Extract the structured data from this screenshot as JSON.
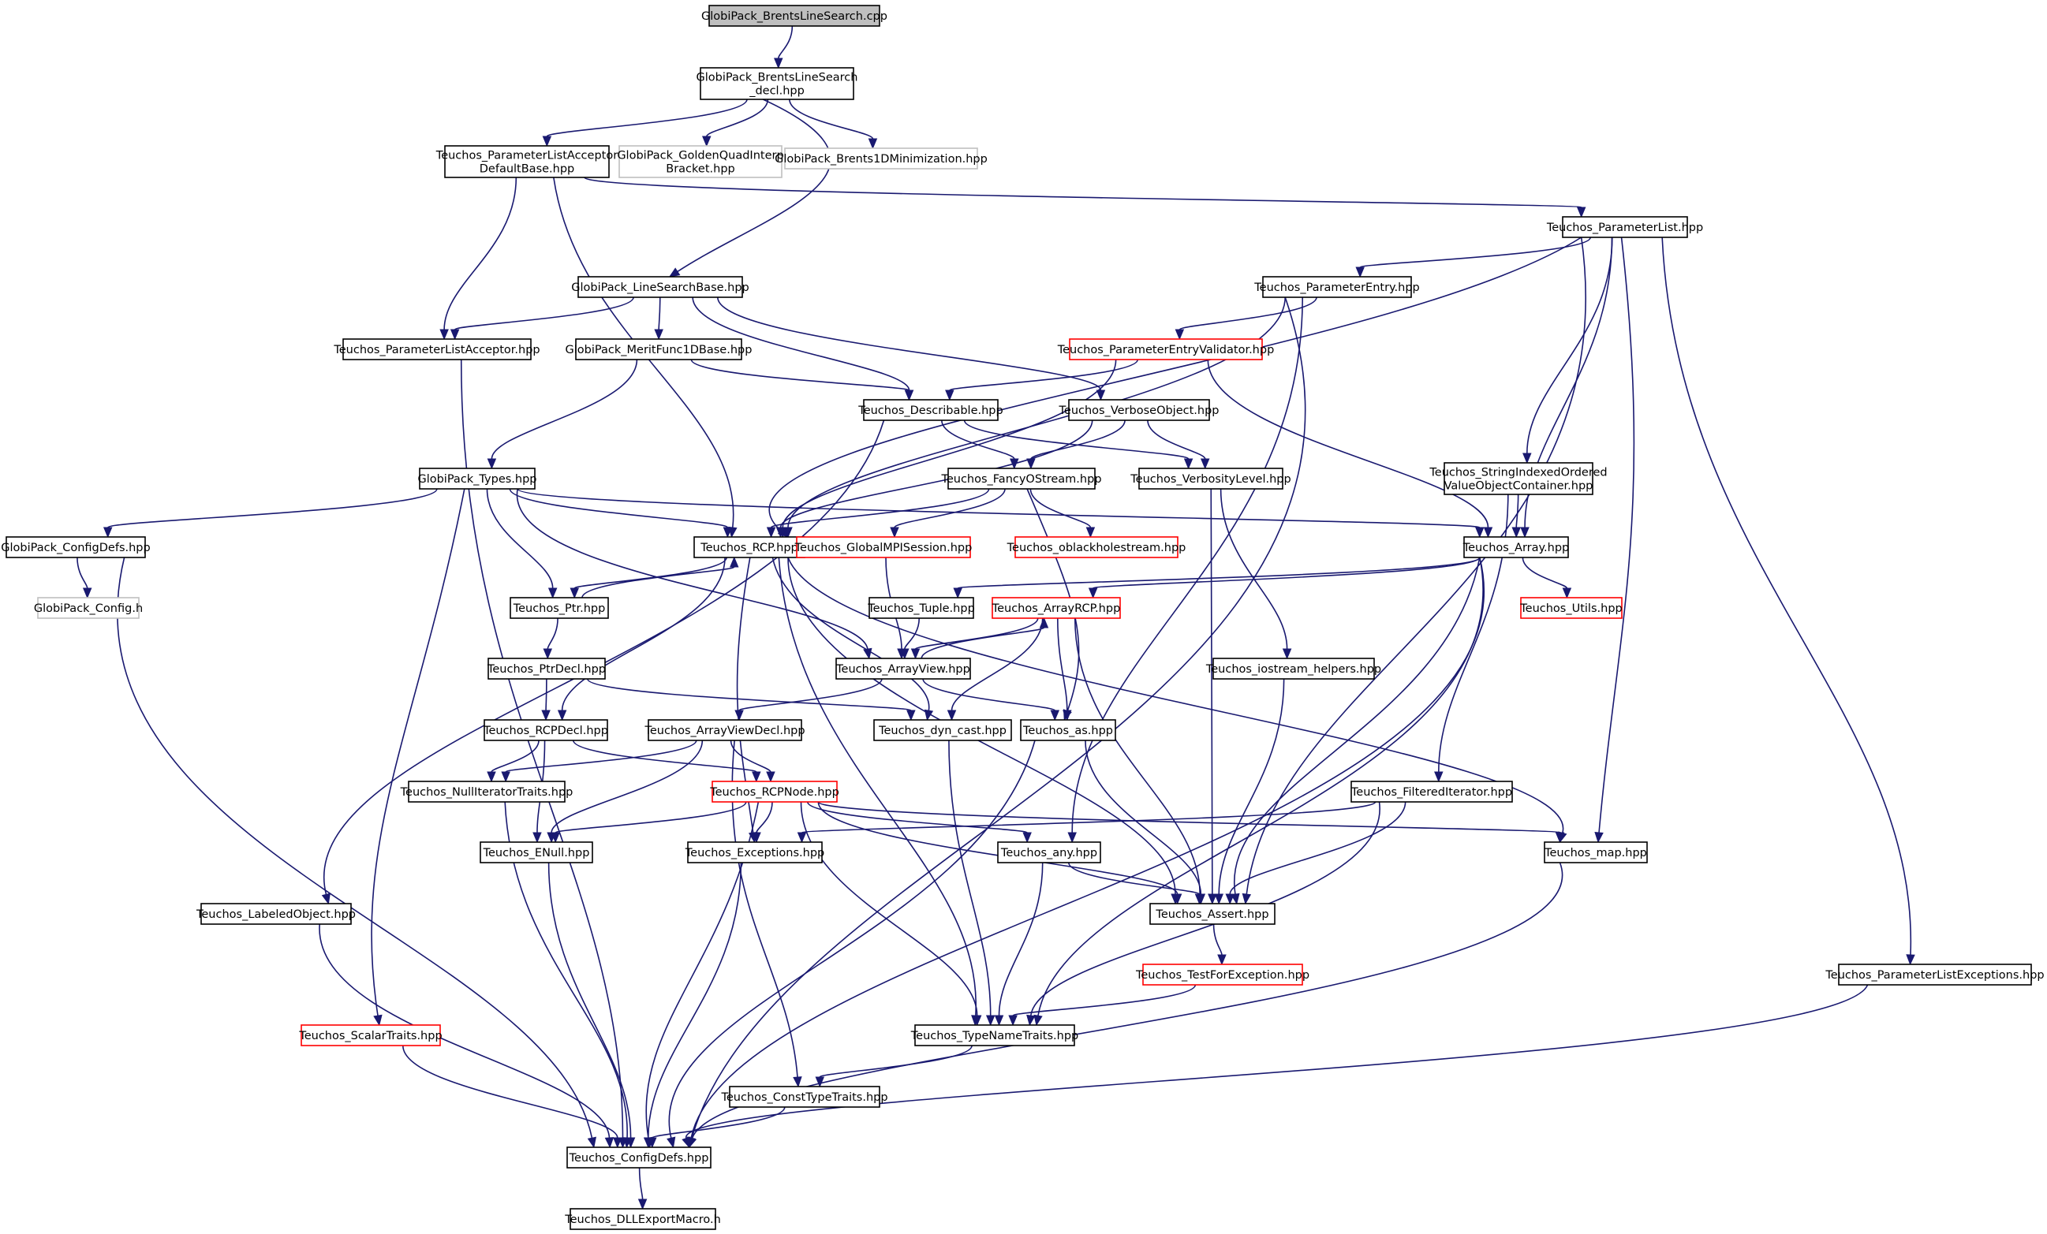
{
  "colors": {
    "edge": "#191970",
    "node_border": "#000000",
    "node_border_missing": "#bfbfbf",
    "node_border_truncated": "#ff0000",
    "root_fill": "#bfbfbf",
    "node_fill": "#ffffff"
  },
  "graph": {
    "nodes": [
      {
        "id": "root",
        "kind": "root",
        "lines": [
          "GlobiPack_BrentsLineSearch.cpp"
        ]
      },
      {
        "id": "decl",
        "kind": "normal",
        "lines": [
          "GlobiPack_BrentsLineSearch",
          "_decl.hpp"
        ]
      },
      {
        "id": "plad",
        "kind": "normal",
        "lines": [
          "Teuchos_ParameterListAcceptor",
          "DefaultBase.hpp"
        ]
      },
      {
        "id": "gqib",
        "kind": "missing",
        "lines": [
          "GlobiPack_GoldenQuadInterp",
          "Bracket.hpp"
        ]
      },
      {
        "id": "b1dm",
        "kind": "missing",
        "lines": [
          "GlobiPack_Brents1DMinimization.hpp"
        ]
      },
      {
        "id": "plist",
        "kind": "normal",
        "lines": [
          "Teuchos_ParameterList.hpp"
        ]
      },
      {
        "id": "lsb",
        "kind": "normal",
        "lines": [
          "GlobiPack_LineSearchBase.hpp"
        ]
      },
      {
        "id": "pentry",
        "kind": "normal",
        "lines": [
          "Teuchos_ParameterEntry.hpp"
        ]
      },
      {
        "id": "pla",
        "kind": "normal",
        "lines": [
          "Teuchos_ParameterListAcceptor.hpp"
        ]
      },
      {
        "id": "mf1d",
        "kind": "normal",
        "lines": [
          "GlobiPack_MeritFunc1DBase.hpp"
        ]
      },
      {
        "id": "pev",
        "kind": "truncated",
        "lines": [
          "Teuchos_ParameterEntryValidator.hpp"
        ]
      },
      {
        "id": "desc",
        "kind": "normal",
        "lines": [
          "Teuchos_Describable.hpp"
        ]
      },
      {
        "id": "verbobj",
        "kind": "normal",
        "lines": [
          "Teuchos_VerboseObject.hpp"
        ]
      },
      {
        "id": "sio",
        "kind": "normal",
        "lines": [
          "Teuchos_StringIndexedOrdered",
          "ValueObjectContainer.hpp"
        ]
      },
      {
        "id": "types",
        "kind": "normal",
        "lines": [
          "GlobiPack_Types.hpp"
        ]
      },
      {
        "id": "fancy",
        "kind": "normal",
        "lines": [
          "Teuchos_FancyOStream.hpp"
        ]
      },
      {
        "id": "vlevel",
        "kind": "normal",
        "lines": [
          "Teuchos_VerbosityLevel.hpp"
        ]
      },
      {
        "id": "cfgdefs",
        "kind": "normal",
        "lines": [
          "GlobiPack_ConfigDefs.hpp"
        ]
      },
      {
        "id": "rcp",
        "kind": "normal",
        "lines": [
          "Teuchos_RCP.hpp"
        ]
      },
      {
        "id": "gmpi",
        "kind": "truncated",
        "lines": [
          "Teuchos_GlobalMPISession.hpp"
        ]
      },
      {
        "id": "oblack",
        "kind": "truncated",
        "lines": [
          "Teuchos_oblackholestream.hpp"
        ]
      },
      {
        "id": "array",
        "kind": "normal",
        "lines": [
          "Teuchos_Array.hpp"
        ]
      },
      {
        "id": "gpconfig",
        "kind": "missing",
        "lines": [
          "GlobiPack_Config.h"
        ]
      },
      {
        "id": "ptr",
        "kind": "normal",
        "lines": [
          "Teuchos_Ptr.hpp"
        ]
      },
      {
        "id": "tuple",
        "kind": "normal",
        "lines": [
          "Teuchos_Tuple.hpp"
        ]
      },
      {
        "id": "arcp",
        "kind": "truncated",
        "lines": [
          "Teuchos_ArrayRCP.hpp"
        ]
      },
      {
        "id": "utils",
        "kind": "truncated",
        "lines": [
          "Teuchos_Utils.hpp"
        ]
      },
      {
        "id": "ptrdecl",
        "kind": "normal",
        "lines": [
          "Teuchos_PtrDecl.hpp"
        ]
      },
      {
        "id": "aview",
        "kind": "normal",
        "lines": [
          "Teuchos_ArrayView.hpp"
        ]
      },
      {
        "id": "iosh",
        "kind": "normal",
        "lines": [
          "Teuchos_iostream_helpers.hpp"
        ]
      },
      {
        "id": "rcpdecl",
        "kind": "normal",
        "lines": [
          "Teuchos_RCPDecl.hpp"
        ]
      },
      {
        "id": "avdecl",
        "kind": "normal",
        "lines": [
          "Teuchos_ArrayViewDecl.hpp"
        ]
      },
      {
        "id": "dyncast",
        "kind": "normal",
        "lines": [
          "Teuchos_dyn_cast.hpp"
        ]
      },
      {
        "id": "as",
        "kind": "normal",
        "lines": [
          "Teuchos_as.hpp"
        ]
      },
      {
        "id": "nullit",
        "kind": "normal",
        "lines": [
          "Teuchos_NullIteratorTraits.hpp"
        ]
      },
      {
        "id": "rcpnode",
        "kind": "truncated",
        "lines": [
          "Teuchos_RCPNode.hpp"
        ]
      },
      {
        "id": "filtit",
        "kind": "normal",
        "lines": [
          "Teuchos_FilteredIterator.hpp"
        ]
      },
      {
        "id": "enull",
        "kind": "normal",
        "lines": [
          "Teuchos_ENull.hpp"
        ]
      },
      {
        "id": "exc",
        "kind": "normal",
        "lines": [
          "Teuchos_Exceptions.hpp"
        ]
      },
      {
        "id": "any",
        "kind": "normal",
        "lines": [
          "Teuchos_any.hpp"
        ]
      },
      {
        "id": "map",
        "kind": "normal",
        "lines": [
          "Teuchos_map.hpp"
        ]
      },
      {
        "id": "labeled",
        "kind": "normal",
        "lines": [
          "Teuchos_LabeledObject.hpp"
        ]
      },
      {
        "id": "assert",
        "kind": "normal",
        "lines": [
          "Teuchos_Assert.hpp"
        ]
      },
      {
        "id": "testfor",
        "kind": "truncated",
        "lines": [
          "Teuchos_TestForException.hpp"
        ]
      },
      {
        "id": "plexc",
        "kind": "normal",
        "lines": [
          "Teuchos_ParameterListExceptions.hpp"
        ]
      },
      {
        "id": "scalar",
        "kind": "truncated",
        "lines": [
          "Teuchos_ScalarTraits.hpp"
        ]
      },
      {
        "id": "tnt",
        "kind": "normal",
        "lines": [
          "Teuchos_TypeNameTraits.hpp"
        ]
      },
      {
        "id": "ctt",
        "kind": "normal",
        "lines": [
          "Teuchos_ConstTypeTraits.hpp"
        ]
      },
      {
        "id": "tcdefs",
        "kind": "normal",
        "lines": [
          "Teuchos_ConfigDefs.hpp"
        ]
      },
      {
        "id": "dll",
        "kind": "normal",
        "lines": [
          "Teuchos_DLLExportMacro.h"
        ]
      }
    ],
    "edges": [
      [
        "root",
        "decl"
      ],
      [
        "decl",
        "plad"
      ],
      [
        "decl",
        "gqib"
      ],
      [
        "decl",
        "b1dm"
      ],
      [
        "decl",
        "lsb"
      ],
      [
        "plad",
        "plist"
      ],
      [
        "plad",
        "pla"
      ],
      [
        "plad",
        "rcp"
      ],
      [
        "plist",
        "pentry"
      ],
      [
        "plist",
        "rcp"
      ],
      [
        "plist",
        "sio"
      ],
      [
        "plist",
        "array"
      ],
      [
        "plist",
        "map"
      ],
      [
        "plist",
        "assert"
      ],
      [
        "plist",
        "plexc"
      ],
      [
        "lsb",
        "pla"
      ],
      [
        "lsb",
        "mf1d"
      ],
      [
        "lsb",
        "desc"
      ],
      [
        "lsb",
        "verbobj"
      ],
      [
        "pentry",
        "pev"
      ],
      [
        "pentry",
        "rcp"
      ],
      [
        "pentry",
        "any"
      ],
      [
        "pentry",
        "tcdefs"
      ],
      [
        "pla",
        "tcdefs"
      ],
      [
        "mf1d",
        "desc"
      ],
      [
        "mf1d",
        "types"
      ],
      [
        "pev",
        "desc"
      ],
      [
        "pev",
        "rcp"
      ],
      [
        "pev",
        "array"
      ],
      [
        "desc",
        "fancy"
      ],
      [
        "desc",
        "vlevel"
      ],
      [
        "desc",
        "labeled"
      ],
      [
        "verbobj",
        "fancy"
      ],
      [
        "verbobj",
        "vlevel"
      ],
      [
        "verbobj",
        "rcp"
      ],
      [
        "sio",
        "array"
      ],
      [
        "sio",
        "filtit"
      ],
      [
        "types",
        "cfgdefs"
      ],
      [
        "types",
        "rcp"
      ],
      [
        "types",
        "ptr"
      ],
      [
        "types",
        "aview"
      ],
      [
        "types",
        "array"
      ],
      [
        "types",
        "scalar"
      ],
      [
        "fancy",
        "rcp"
      ],
      [
        "fancy",
        "gmpi"
      ],
      [
        "fancy",
        "oblack"
      ],
      [
        "fancy",
        "as"
      ],
      [
        "vlevel",
        "iosh"
      ],
      [
        "vlevel",
        "assert"
      ],
      [
        "cfgdefs",
        "gpconfig"
      ],
      [
        "cfgdefs",
        "tcdefs"
      ],
      [
        "rcp",
        "ptr"
      ],
      [
        "rcp",
        "rcpdecl"
      ],
      [
        "rcp",
        "dyncast"
      ],
      [
        "rcp",
        "exc"
      ],
      [
        "rcp",
        "assert"
      ],
      [
        "rcp",
        "tnt"
      ],
      [
        "rcp",
        "map"
      ],
      [
        "ptr",
        "rcp"
      ],
      [
        "ptr",
        "ptrdecl"
      ],
      [
        "gmpi",
        "aview"
      ],
      [
        "array",
        "tuple"
      ],
      [
        "array",
        "arcp"
      ],
      [
        "array",
        "utils"
      ],
      [
        "array",
        "assert"
      ],
      [
        "array",
        "tnt"
      ],
      [
        "array",
        "tcdefs"
      ],
      [
        "tuple",
        "aview"
      ],
      [
        "arcp",
        "aview"
      ],
      [
        "arcp",
        "dyncast"
      ],
      [
        "arcp",
        "as"
      ],
      [
        "arcp",
        "assert"
      ],
      [
        "ptrdecl",
        "rcpdecl"
      ],
      [
        "ptrdecl",
        "dyncast"
      ],
      [
        "aview",
        "arcp"
      ],
      [
        "aview",
        "avdecl"
      ],
      [
        "aview",
        "as"
      ],
      [
        "iosh",
        "assert"
      ],
      [
        "rcpdecl",
        "nullit"
      ],
      [
        "rcpdecl",
        "rcpnode"
      ],
      [
        "rcpdecl",
        "enull"
      ],
      [
        "avdecl",
        "rcpnode"
      ],
      [
        "avdecl",
        "nullit"
      ],
      [
        "avdecl",
        "enull"
      ],
      [
        "avdecl",
        "ctt"
      ],
      [
        "dyncast",
        "tnt"
      ],
      [
        "as",
        "assert"
      ],
      [
        "as",
        "tcdefs"
      ],
      [
        "nullit",
        "tcdefs"
      ],
      [
        "rcpnode",
        "enull"
      ],
      [
        "rcpnode",
        "exc"
      ],
      [
        "rcpnode",
        "any"
      ],
      [
        "rcpnode",
        "assert"
      ],
      [
        "rcpnode",
        "tnt"
      ],
      [
        "rcpnode",
        "map"
      ],
      [
        "rcpnode",
        "tcdefs"
      ],
      [
        "filtit",
        "exc"
      ],
      [
        "filtit",
        "assert"
      ],
      [
        "filtit",
        "tnt"
      ],
      [
        "enull",
        "tcdefs"
      ],
      [
        "exc",
        "tcdefs"
      ],
      [
        "any",
        "assert"
      ],
      [
        "any",
        "tnt"
      ],
      [
        "map",
        "tcdefs"
      ],
      [
        "labeled",
        "tcdefs"
      ],
      [
        "assert",
        "testfor"
      ],
      [
        "testfor",
        "tnt"
      ],
      [
        "plexc",
        "tcdefs"
      ],
      [
        "scalar",
        "tcdefs"
      ],
      [
        "tnt",
        "ctt"
      ],
      [
        "ctt",
        "tcdefs"
      ],
      [
        "tcdefs",
        "dll"
      ]
    ]
  }
}
